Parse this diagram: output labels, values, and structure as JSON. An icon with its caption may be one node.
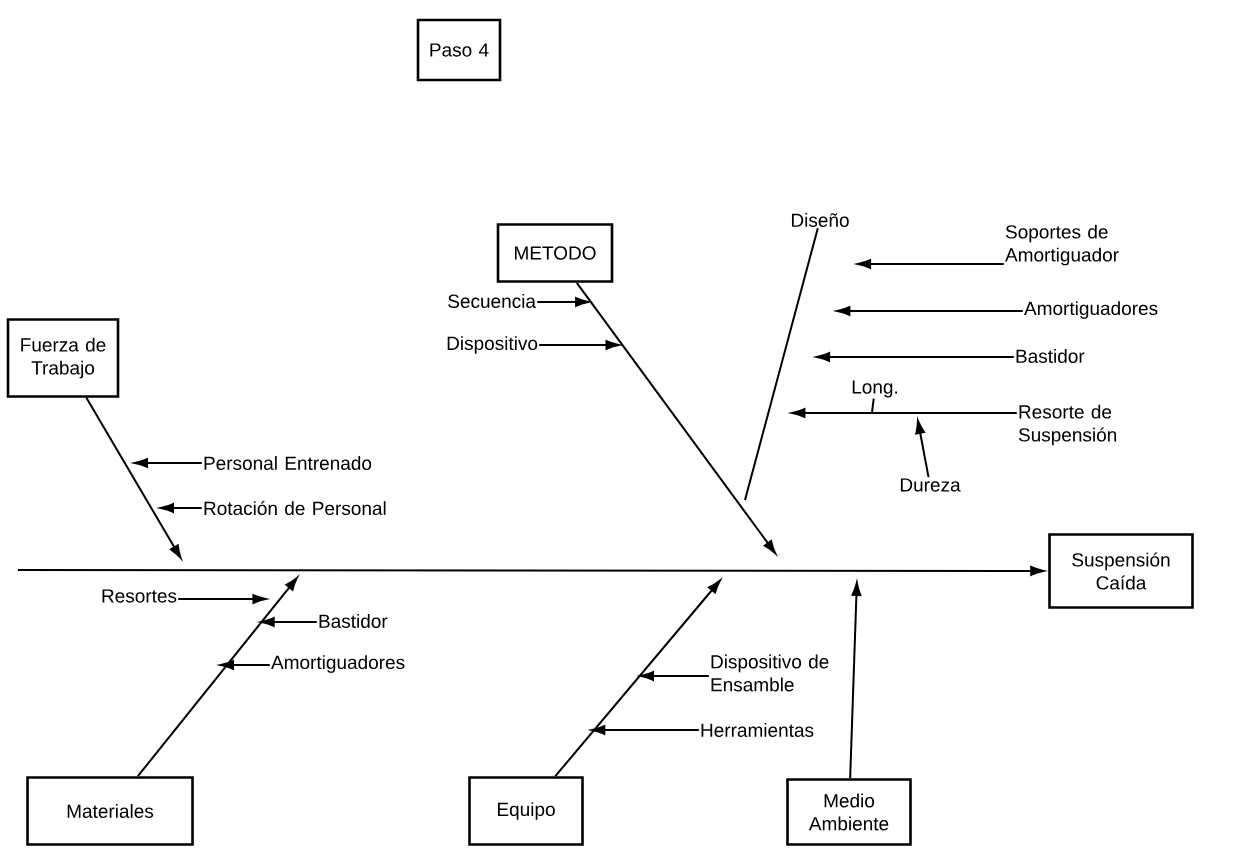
{
  "diagram": {
    "nodes": [
      {
        "text": [
          "Paso 4"
        ]
      },
      {
        "text": [
          "METODO"
        ]
      },
      {
        "text": [
          "Fuerza de Trabajo"
        ]
      },
      {
        "text": [
          "Suspensión Caída"
        ]
      },
      {
        "text": [
          "Materiales"
        ]
      },
      {
        "text": [
          "Equipo"
        ]
      },
      {
        "text": [
          "Medio Ambiente"
        ]
      },
      {
        "text": [
          "Diseño"
        ]
      },
      {
        "text": [
          "Soportes de Amortiguador"
        ]
      },
      {
        "text": [
          "Amortiguadores"
        ]
      },
      {
        "text": [
          "Bastidor"
        ]
      },
      {
        "text": [
          "Long."
        ]
      },
      {
        "text": [
          "Resorte de Suspensión"
        ]
      },
      {
        "text": [
          "Dureza"
        ]
      },
      {
        "text": [
          "Secuencia"
        ]
      },
      {
        "text": [
          "Dispositivo"
        ]
      },
      {
        "text": [
          "Personal Entrenado"
        ]
      },
      {
        "text": [
          "Rotación de Personal"
        ]
      },
      {
        "text": [
          "Resortes"
        ]
      },
      {
        "text": [
          "Bastidor"
        ]
      },
      {
        "text": [
          "Amortiguadores"
        ]
      },
      {
        "text": [
          "Dispositivo de Ensamble"
        ]
      },
      {
        "text": [
          "Herramientas"
        ]
      }
    ],
    "edges": [
      {
        "from": null,
        "to": 3,
        "arrow": "to"
      },
      {
        "from": 1,
        "to": null,
        "arrow": "to"
      },
      {
        "from": 2,
        "to": null,
        "arrow": "to"
      },
      {
        "from": 4,
        "to": null,
        "arrow": "to"
      },
      {
        "from": 5,
        "to": null,
        "arrow": "to"
      },
      {
        "from": 6,
        "to": null,
        "arrow": "to"
      },
      {
        "from": 7,
        "to": null,
        "arrow": "none"
      },
      {
        "from": 8,
        "to": null,
        "arrow": "to"
      },
      {
        "from": 9,
        "to": null,
        "arrow": "to"
      },
      {
        "from": 10,
        "to": null,
        "arrow": "to"
      },
      {
        "from": 12,
        "to": null,
        "arrow": "to"
      },
      {
        "from": 11,
        "to": null,
        "arrow": "none"
      },
      {
        "from": 13,
        "to": null,
        "arrow": "to"
      },
      {
        "from": 14,
        "to": null,
        "arrow": "to"
      },
      {
        "from": 15,
        "to": null,
        "arrow": "to"
      },
      {
        "from": 16,
        "to": null,
        "arrow": "to"
      },
      {
        "from": 17,
        "to": null,
        "arrow": "to"
      },
      {
        "from": 18,
        "to": null,
        "arrow": "to"
      },
      {
        "from": 19,
        "to": null,
        "arrow": "to"
      },
      {
        "from": 20,
        "to": null,
        "arrow": "to"
      },
      {
        "from": 21,
        "to": null,
        "arrow": "to"
      },
      {
        "from": 22,
        "to": null,
        "arrow": "to"
      }
    ]
  }
}
